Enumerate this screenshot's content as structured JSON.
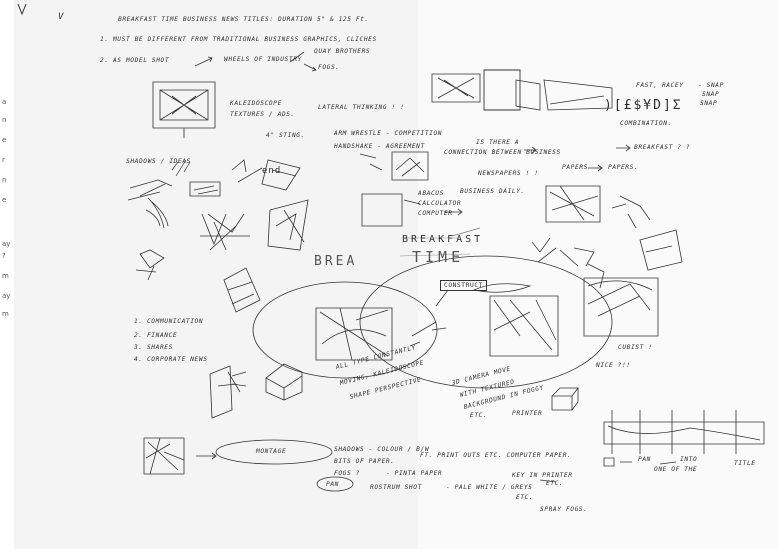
{
  "page": {
    "corner_mark": "V",
    "edge_chars": [
      "a",
      "n",
      "e",
      "r",
      "n",
      "e",
      "ay",
      "?",
      "m",
      "ay",
      "m"
    ]
  },
  "notes": {
    "title_line": "BREAKFAST TIME  BUSINESS NEWS TITLES:  DURATION 5\"  &  125 Ft.",
    "item_1": "1.  MUST BE DIFFERENT FROM TRADITIONAL BUSINESS GRAPHICS, CLICHES",
    "item_2_prefix": "2.  AS  MODEL SHOT",
    "wheels": "WHEELS OF INDUSTRY",
    "quay_brothers": "QUAY BROTHERS",
    "fogs_top": "FOGS.",
    "kaleidoscope": "KALEIDOSCOPE",
    "textures": "TEXTURES / ADS.",
    "lateral": "LATERAL THINKING ! !",
    "sting": "4\" STING.",
    "arm_wrestle": "ARM WRESTLE - COMPETITION",
    "handshake": "HANDSHAKE - AGREEMENT",
    "shadows_ideas": "SHADOWS / IDEAS",
    "end_mark": "end",
    "abacus": "ABACUS",
    "calculator": "CALCULATOR",
    "computer": "COMPUTER",
    "business_daily": "BUSINESS DAILY.",
    "breakfast_big": "BREAKFAST",
    "time_big": "TIME",
    "brea_partial": "BREA",
    "construct": "CONSTRUCT",
    "communication": "1.  COMMUNICATION",
    "finance": "2.  FINANCE",
    "shares": "3.  SHARES",
    "corporate": "4.  CORPORATE NEWS",
    "all_type": "ALL TYPE CONSTANTLY",
    "moving": "MOVING, KALEIDOSCOPE",
    "shape": "SHAPE PERSPECTIVE",
    "fast_racey": "FAST, RACEY",
    "snap": "- SNAP",
    "snap2": "SNAP",
    "snap3": "SNAP",
    "combination": "COMBINATION.",
    "currency": ")[£$¥D]Σ",
    "is_there": "IS THERE A",
    "connection": "CONNECTION BETWEEN  BUSINESS",
    "breakfast_q": "BREAKFAST ? ?",
    "newspapers": "NEWSPAPERS ! !",
    "papers_arrow": "PAPERS",
    "papers_result": "PAPERS.",
    "cubist": "CUBIST !",
    "nice": "NICE ?!!",
    "three_d": "3D CAMERA MOVE",
    "with_textured": "WITH TEXTURED",
    "background": "BACKGROUND IN FOGGY",
    "etc": "ETC.",
    "printer": "PRINTER",
    "montage": "MONTAGE",
    "shadows_colour": "SHADOWS - COLOUR / B/W",
    "bits_of_paper": "BITS OF PAPER.",
    "print_outs": "FT. PRINT OUTS ETC.  COMPUTER PAPER.",
    "fogs_mid": "FOGS ?",
    "pinta": "- PINTA PAPER",
    "key_in_printer": "KEY IN PRINTER",
    "etc2": "ETC.",
    "pan": "PAN",
    "rostrum": "ROSTRUM SHOT",
    "pale_white": "- PALE WHITE / GREYS",
    "etc3": "ETC.",
    "spray_fogs": "SPRAY FOGS.",
    "pan_right": "PAN",
    "into_title": "INTO",
    "one_of": "ONE OF THE",
    "title_word": "TITLE"
  }
}
